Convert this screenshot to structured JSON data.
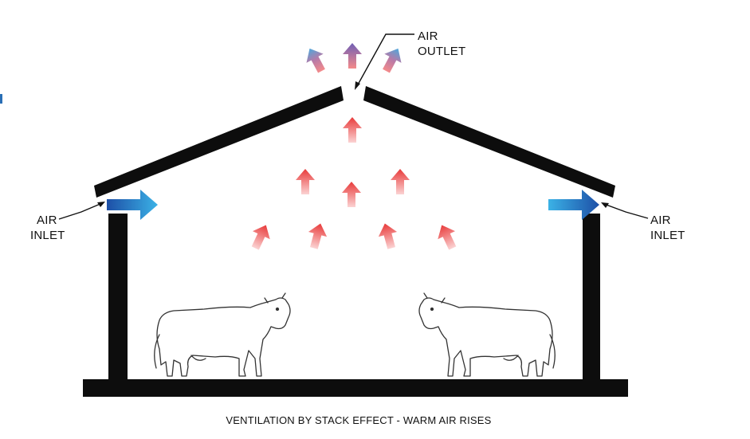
{
  "labels": {
    "outlet_line1": "AIR",
    "outlet_line2": "OUTLET",
    "inlet_left_line1": "AIR",
    "inlet_left_line2": "INLET",
    "inlet_right_line1": "AIR",
    "inlet_right_line2": "INLET"
  },
  "caption": "VENTILATION BY STACK EFFECT - WARM AIR RISES",
  "colors": {
    "structure": "#0d0d0d",
    "warm_air_top": "#e83a3a",
    "warm_air_bottom": "#fbd3d3",
    "outlet_air_top": "#4ea8dc",
    "inlet_air_dark": "#1d4fa7",
    "inlet_air_light": "#3bb2e6"
  },
  "icons": [
    "warm-air-arrow-icon",
    "outlet-air-arrow-icon",
    "inlet-air-arrow-icon",
    "cow-icon"
  ]
}
